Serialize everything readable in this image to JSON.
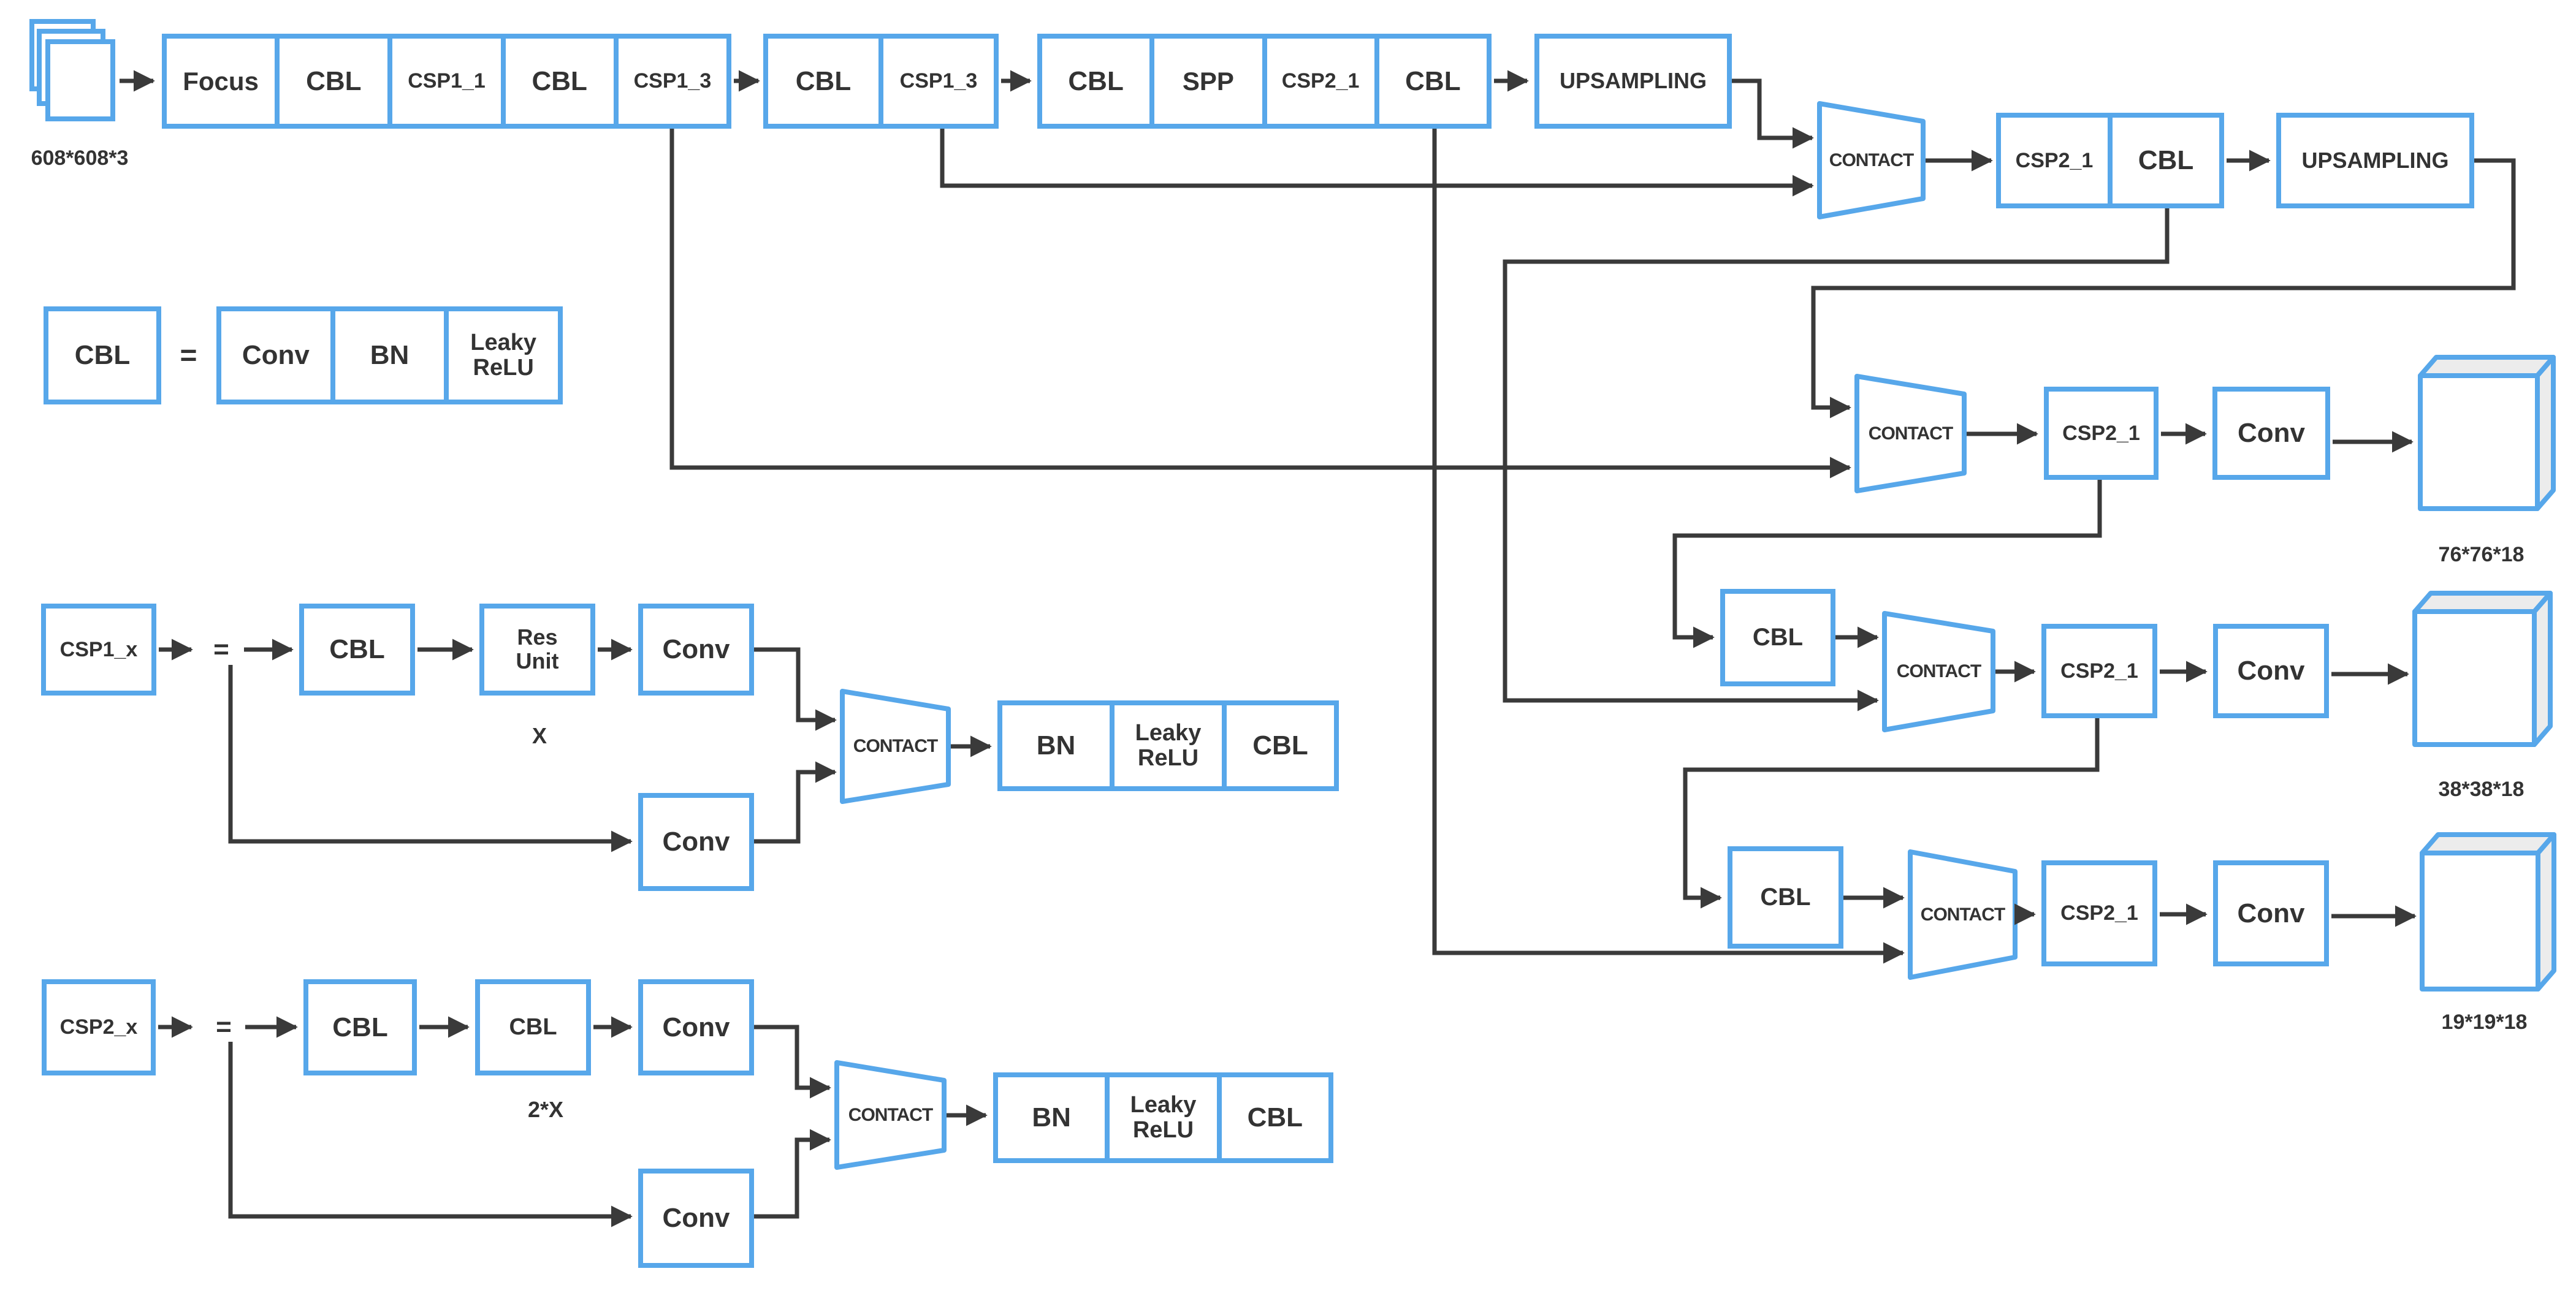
{
  "colors": {
    "accent": "#57a7ea",
    "line": "#3a3a3a",
    "text": "#333333",
    "cube_shade": "#ececec"
  },
  "input": {
    "size": "608*608*3"
  },
  "backbone": {
    "group1": [
      "Focus",
      "CBL",
      "CSP1_1",
      "CBL",
      "CSP1_3"
    ],
    "group2": [
      "CBL",
      "CSP1_3"
    ],
    "group3": [
      "CBL",
      "SPP",
      "CSP2_1",
      "CBL"
    ],
    "upsampling1": "UPSAMPLING"
  },
  "neck": {
    "contact1": "CONTACT",
    "pair": [
      "CSP2_1",
      "CBL"
    ],
    "upsampling2": "UPSAMPLING"
  },
  "heads": {
    "p76": {
      "contact": "CONTACT",
      "csp": "CSP2_1",
      "conv": "Conv",
      "size": "76*76*18"
    },
    "p38": {
      "cbl": "CBL",
      "contact": "CONTACT",
      "csp": "CSP2_1",
      "conv": "Conv",
      "size": "38*38*18"
    },
    "p19": {
      "cbl": "CBL",
      "contact": "CONTACT",
      "csp": "CSP2_1",
      "conv": "Conv",
      "size": "19*19*18"
    }
  },
  "legend_cbl": {
    "lhs": "CBL",
    "eq": "=",
    "rhs": [
      "Conv",
      "BN",
      "Leaky ReLU"
    ]
  },
  "legend_csp1": {
    "lhs": "CSP1_x",
    "eq": "=",
    "cbl": "CBL",
    "res_unit": "Res Unit",
    "conv_top": "Conv",
    "conv_bottom": "Conv",
    "repeat": "X",
    "contact": "CONTACT",
    "rhs": [
      "BN",
      "Leaky ReLU",
      "CBL"
    ]
  },
  "legend_csp2": {
    "lhs": "CSP2_x",
    "eq": "=",
    "cbl1": "CBL",
    "cbl2": "CBL",
    "conv_top": "Conv",
    "conv_bottom": "Conv",
    "repeat": "2*X",
    "contact": "CONTACT",
    "rhs": [
      "BN",
      "Leaky ReLU",
      "CBL"
    ]
  }
}
